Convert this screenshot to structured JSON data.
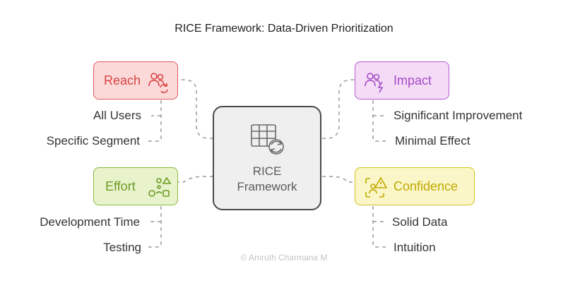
{
  "title": "RICE Framework: Data-Driven Prioritization",
  "center": {
    "line1": "RICE",
    "line2": "Framework",
    "icon": "table-refresh-icon"
  },
  "reach": {
    "label": "Reach",
    "icon": "users-refresh-icon",
    "items": [
      "All Users",
      "Specific Segment"
    ]
  },
  "impact": {
    "label": "Impact",
    "icon": "users-spark-icon",
    "items": [
      "Significant Improvement",
      "Minimal Effect"
    ]
  },
  "effort": {
    "label": "Effort",
    "icon": "shapes-flow-icon",
    "items": [
      "Development Time",
      "Testing"
    ]
  },
  "confidence": {
    "label": "Confidence",
    "icon": "alert-scan-icon",
    "items": [
      "Solid Data",
      "Intuition"
    ]
  },
  "credit": "© Amruth Charmana M",
  "colors": {
    "reach": "#d94444",
    "impact": "#a64ac5",
    "effort": "#6d9a25",
    "confidence": "#bfa800",
    "center": "#4a4a4a"
  }
}
